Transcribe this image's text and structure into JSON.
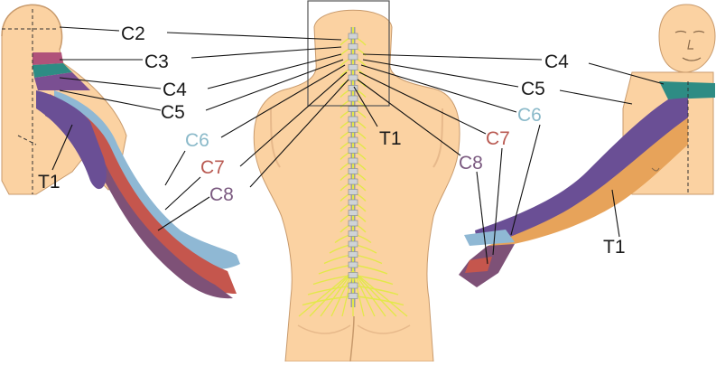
{
  "labels": {
    "left_arm": {
      "c2": "C2",
      "c3": "C3",
      "c4": "C4",
      "c5": "C5",
      "c6": "C6",
      "c7": "C7",
      "c8": "C8",
      "t1": "T1"
    },
    "right_arm": {
      "c4": "C4",
      "c5": "C5",
      "c6": "C6",
      "c7": "C7",
      "c8": "C8",
      "t1": "T1"
    },
    "spine": {
      "t1": "T1"
    }
  },
  "colors": {
    "skin": "#fbd2a2",
    "skin_outline": "#c89a6c",
    "c2": "#fbd2a2",
    "c3": "#b0527a",
    "c4": "#2e8c84",
    "c5": "#7a4f92",
    "c6": "#8fb8d4",
    "c7": "#c5564d",
    "c8": "#7e5177",
    "t1_dark": "#6a4f95",
    "t1_light": "#e7a35a",
    "nerves": "#e3e84a",
    "label_text": "#1a1a1a",
    "label_c6": "#8ab9c9",
    "label_c7": "#b95a52",
    "label_c8": "#7b5a80",
    "leader": "#111111"
  },
  "icons": {
    "left_figure": "left-arm-dermatome-figure",
    "right_figure": "right-arm-dermatome-figure",
    "torso": "back-torso-with-spinal-cord"
  }
}
